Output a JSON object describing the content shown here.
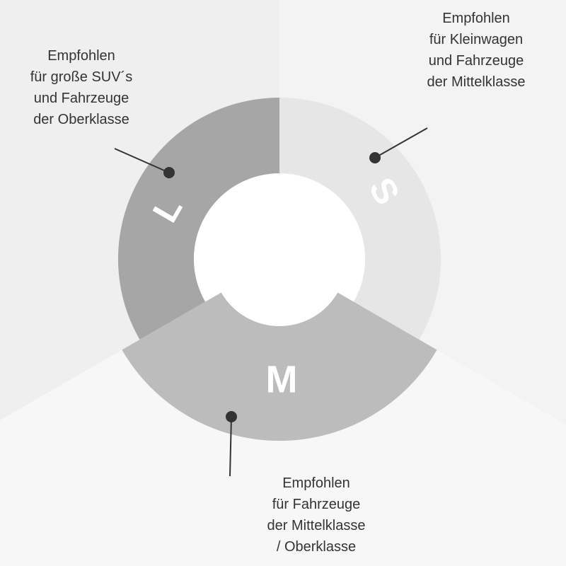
{
  "segments": [
    {
      "letter": "L",
      "color": "#a6a6a6",
      "label": [
        "Empfohlen",
        "für große SUV´s",
        "und Fahrzeuge",
        "der Oberklasse"
      ]
    },
    {
      "letter": "S",
      "color": "#e6e6e6",
      "label": [
        "Empfohlen",
        "für Kleinwagen",
        "und Fahrzeuge",
        "der Mittelklasse"
      ]
    },
    {
      "letter": "M",
      "color": "#bcbcbc",
      "label": [
        "Empfohlen",
        "für Fahrzeuge",
        "der Mittelklasse",
        "/ Oberklasse"
      ]
    }
  ]
}
